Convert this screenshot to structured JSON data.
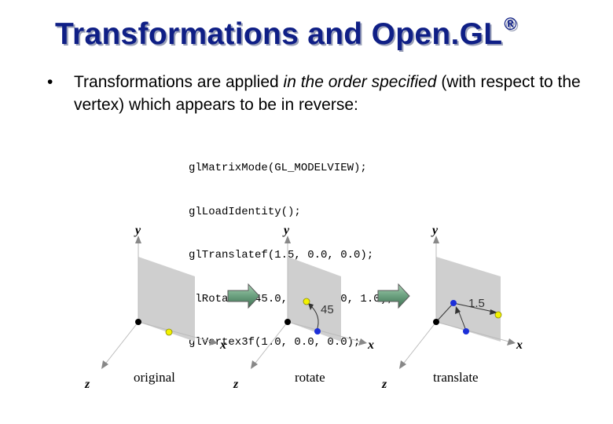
{
  "slide": {
    "title_main": "Transformations and Open.GL",
    "title_mark": "®",
    "bullet": {
      "dot": "•",
      "part1": "Transformations are applied ",
      "italic": "in the order specified",
      "part2": " (with respect to the vertex) which appears to be in reverse:"
    },
    "code_lines": [
      "glMatrixMode(GL_MODELVIEW);",
      "glLoadIdentity();",
      "glTranslatef(1.5, 0.0, 0.0);",
      "glRotatef(45.0, 0.0, 0.0, 1.0);",
      "glVertex3f(1.0, 0.0, 0.0);"
    ]
  },
  "diagrams": {
    "axis_x": "x",
    "axis_y": "y",
    "axis_z": "z",
    "panels": [
      {
        "caption": "original",
        "annotation": ""
      },
      {
        "caption": "rotate",
        "annotation": "45"
      },
      {
        "caption": "translate",
        "annotation": "1.5"
      }
    ]
  },
  "colors": {
    "title": "#0f1f86",
    "plane": "#cfcfcf",
    "arrow_fill": "#6aa07e",
    "origin_point": "#000000",
    "vertex_yellow": "#f2f200",
    "vertex_blue": "#1c2fd8"
  }
}
